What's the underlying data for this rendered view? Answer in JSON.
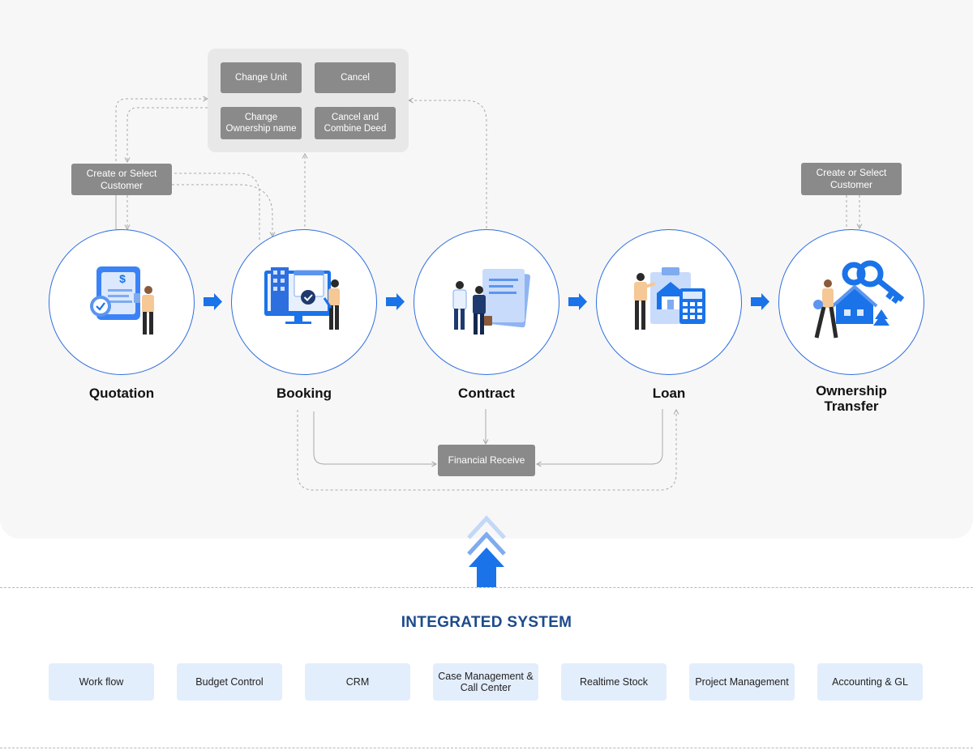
{
  "options": {
    "change_unit": "Change Unit",
    "cancel": "Cancel",
    "change_ownership_name": "Change Ownership name",
    "cancel_and_combine_deed": "Cancel and Combine Deed"
  },
  "customer_left": "Create or Select Customer",
  "customer_right": "Create or Select Customer",
  "stages": {
    "quotation": "Quotation",
    "booking": "Booking",
    "contract": "Contract",
    "loan": "Loan",
    "ownership_transfer": "Ownership Transfer"
  },
  "financial_receive": "Financial Receive",
  "integrated": {
    "title": "INTEGRATED SYSTEM",
    "items": [
      "Work flow",
      "Budget Control",
      "CRM",
      "Case Management & Call Center",
      "Realtime Stock",
      "Project Management",
      "Accounting & GL"
    ]
  },
  "colors": {
    "accent_blue": "#1a73e8",
    "circle_border": "#2e6fe0",
    "gray_button": "#8a8a8a",
    "integrated_title": "#1c4a8c",
    "integrated_box": "#e3eefc"
  }
}
